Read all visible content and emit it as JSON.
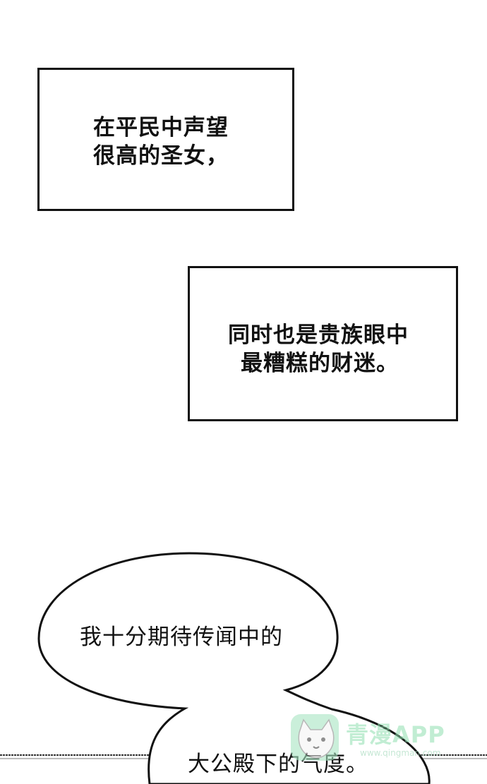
{
  "panels": {
    "narration_box_1": {
      "lines": [
        "在平民中声望",
        "很高的圣女，"
      ]
    },
    "narration_box_2": {
      "lines": [
        "同时也是贵族眼中",
        "最糟糕的财迷。"
      ]
    },
    "speech_bubble": {
      "lines": [
        "我十分期待传闻中的",
        "大公殿下的气度。"
      ]
    }
  },
  "watermark": {
    "brand": "青漫APP",
    "url": "www.qingman.com",
    "icon": "cat-icon"
  },
  "colors": {
    "ink": "#111111",
    "background": "#ffffff",
    "watermark": "#8fe0b0"
  }
}
